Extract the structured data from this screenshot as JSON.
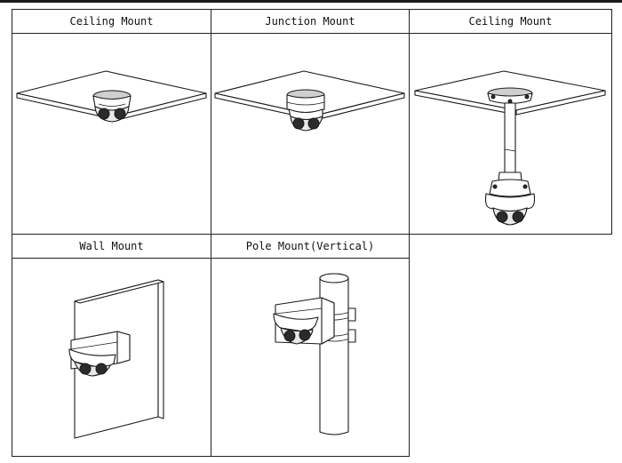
{
  "mounts": [
    {
      "label": "Ceiling Mount",
      "illustration": "ceiling-mount-illustration"
    },
    {
      "label": "Junction Mount",
      "illustration": "junction-mount-illustration"
    },
    {
      "label": "Ceiling Mount",
      "illustration": "pendant-ceiling-mount-illustration"
    },
    {
      "label": "Wall Mount",
      "illustration": "wall-mount-illustration"
    },
    {
      "label": "Pole Mount(Vertical)",
      "illustration": "pole-mount-illustration"
    }
  ]
}
